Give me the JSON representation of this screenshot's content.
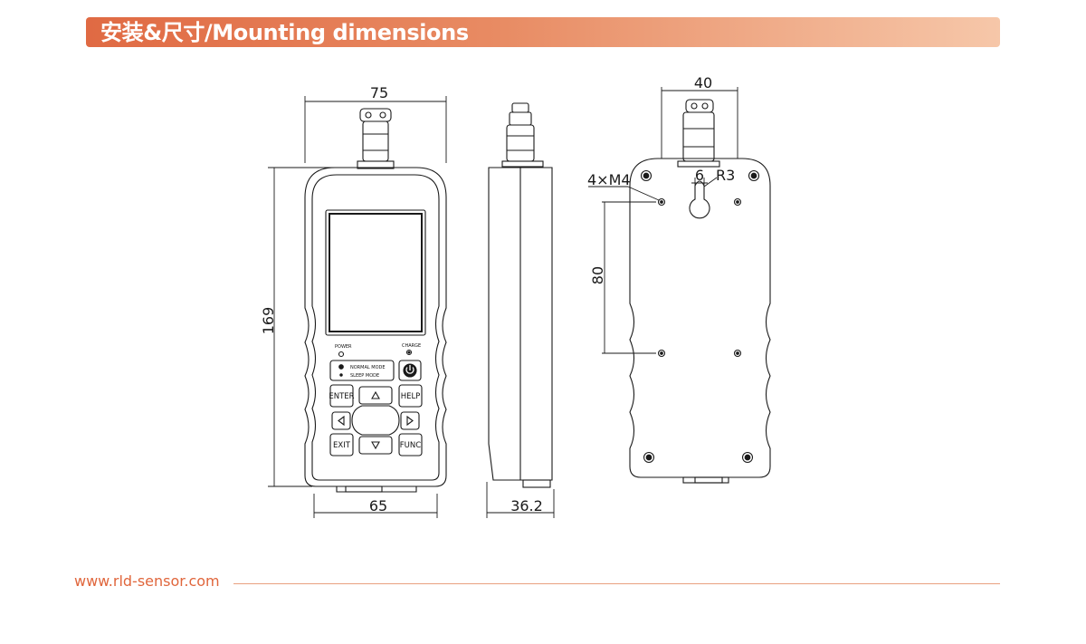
{
  "header": {
    "title": "安装&尺寸/Mounting dimensions",
    "accent_color": "#e06a43"
  },
  "front_view": {
    "dims": {
      "overall_width": "75",
      "body_width": "65",
      "height": "169"
    },
    "labels": {
      "power": "POWER",
      "charge": "CHARGE",
      "normal_mode": "NORMAL  MODE",
      "sleep_mode": "SLEEP  MODE"
    },
    "buttons": {
      "enter": "ENTER",
      "help": "HELP",
      "exit": "EXIT",
      "func": "FUNC"
    }
  },
  "side_view": {
    "dims": {
      "depth": "36.2"
    }
  },
  "back_view": {
    "dims": {
      "top_width": "40",
      "hole_spacing": "80",
      "slot_width": "6",
      "radius": "R3",
      "screws": "4×M4"
    }
  },
  "footer": {
    "url": "www.rld-sensor.com"
  }
}
